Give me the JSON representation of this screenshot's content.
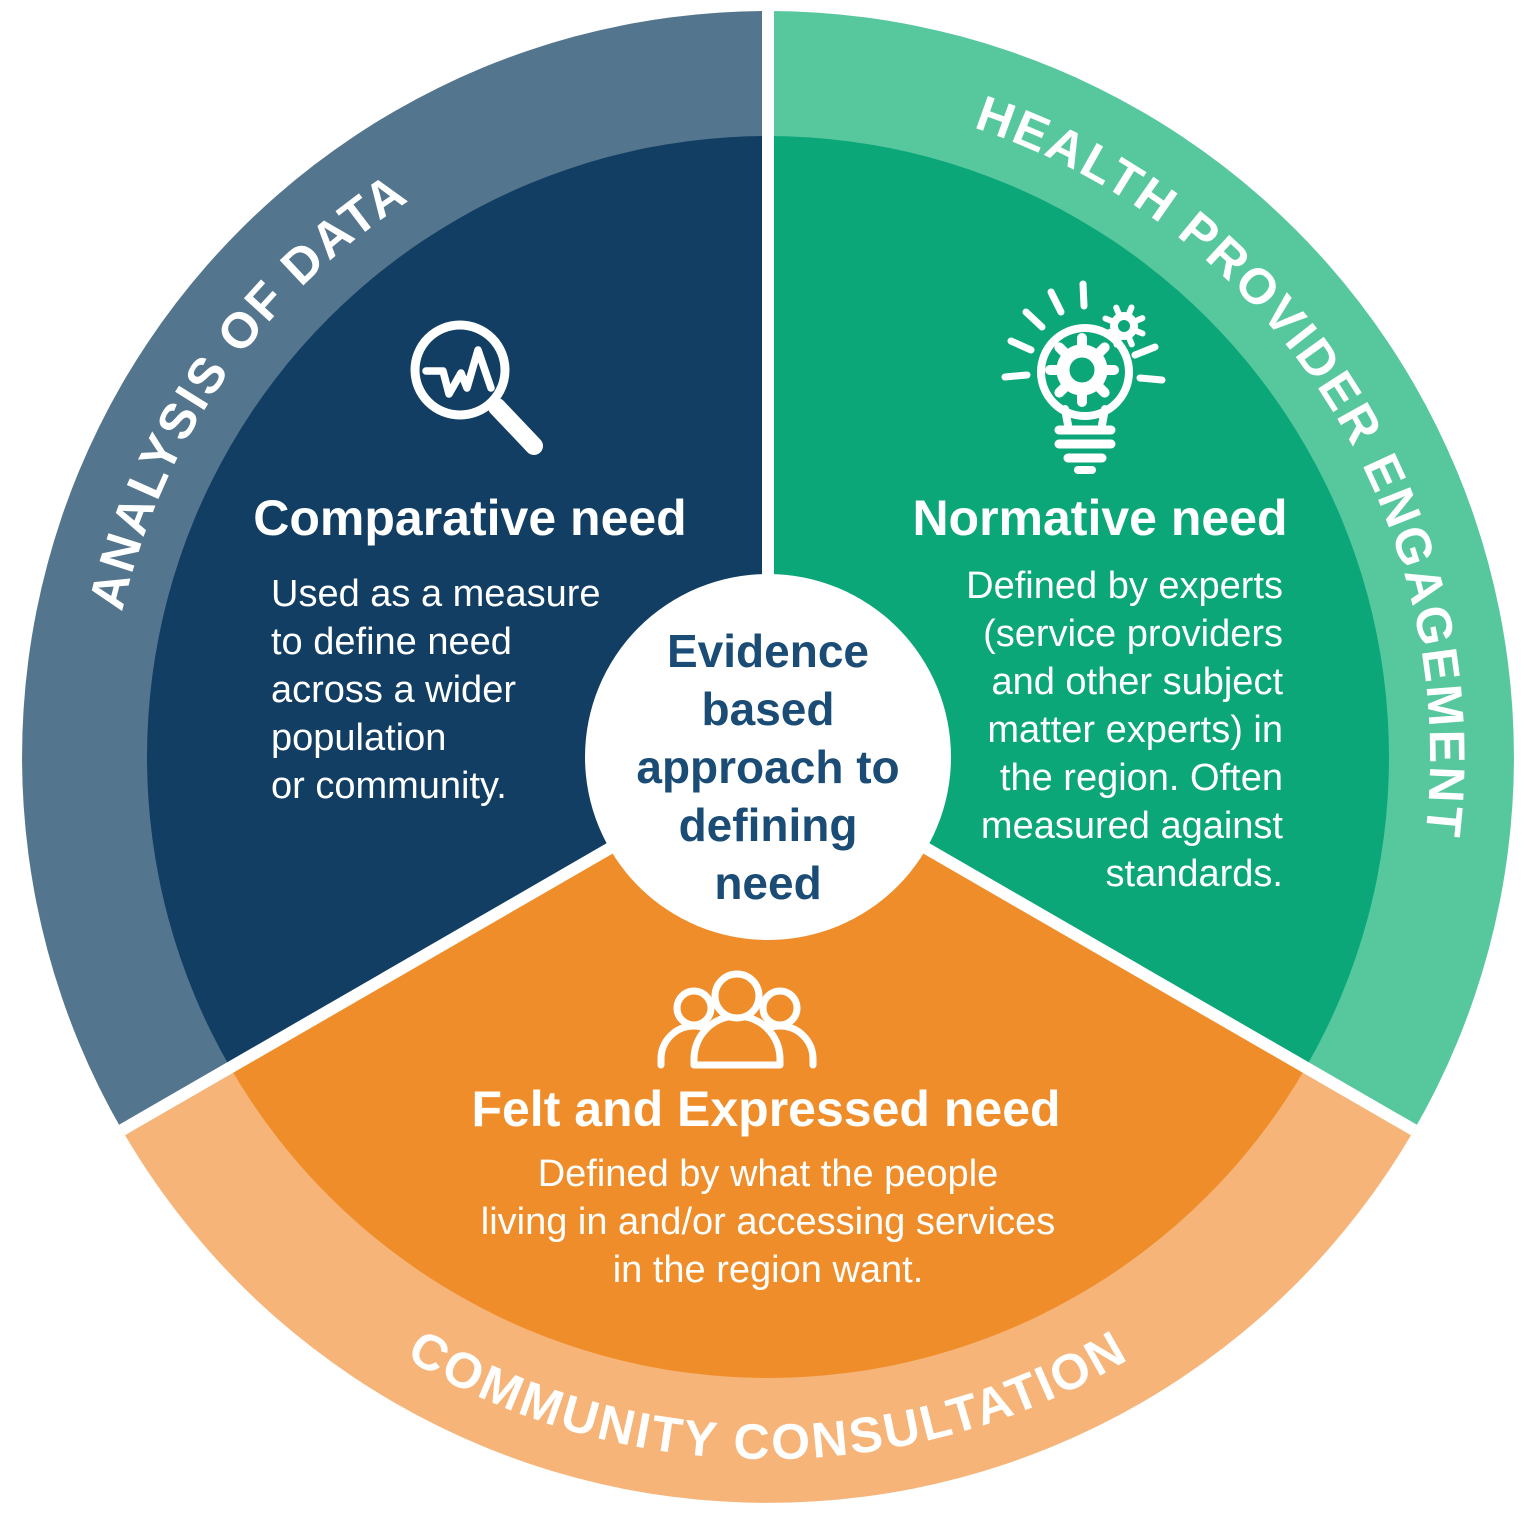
{
  "figure": {
    "type": "three-segment circular diagram",
    "center_label": "Evidence\nbased\napproach to\ndefining\nneed"
  },
  "segments": {
    "comparative": {
      "ring_label": "ANALYSIS OF DATA",
      "heading": "Comparative need",
      "body": "Used as a measure\nto define need\nacross a wider\npopulation\nor community.",
      "icon": "magnifier-chart-icon",
      "wedge_color": "#113e62",
      "ring_color": "#54758e"
    },
    "normative": {
      "ring_label": "HEALTH PROVIDER ENGAGEMENT",
      "heading": "Normative need",
      "body": "Defined by experts\n(service providers\nand other subject\nmatter experts) in\nthe region. Often\nmeasured against\nstandards.",
      "icon": "lightbulb-gears-icon",
      "wedge_color": "#0ba778",
      "ring_color": "#57c79e"
    },
    "felt_expressed": {
      "ring_label": "COMMUNITY CONSULTATION",
      "heading": "Felt and Expressed need",
      "body": "Defined by what the people\nliving in and/or accessing services\nin the region want.",
      "icon": "people-group-icon",
      "wedge_color": "#ef8d2a",
      "ring_color": "#f6b478"
    }
  },
  "colors": {
    "background": "#ffffff",
    "center_circle": "#ffffff",
    "center_text": "#1a4c75",
    "segment_text": "#ffffff",
    "divider": "#ffffff"
  }
}
